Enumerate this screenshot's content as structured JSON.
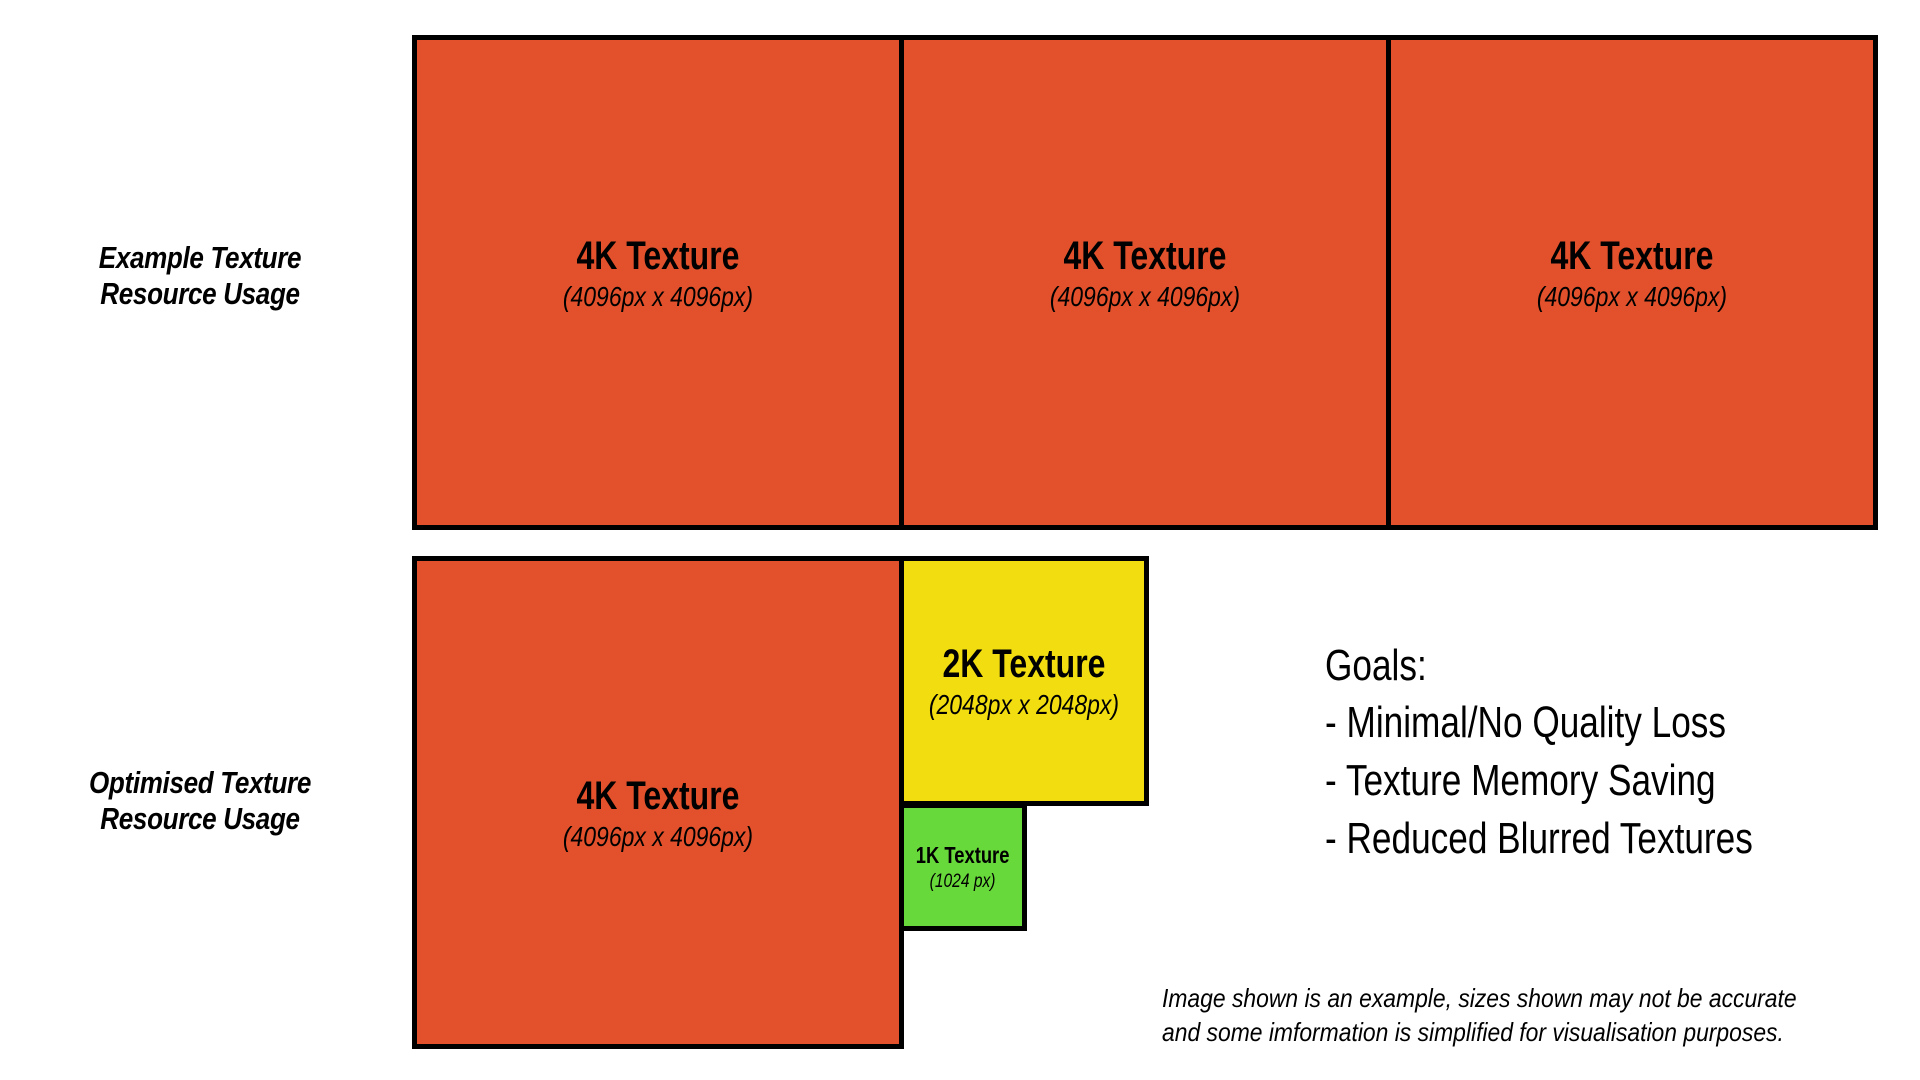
{
  "diagram": {
    "rows": [
      {
        "id": "example",
        "label": "Example Texture\nResource Usage",
        "blocks": [
          {
            "id": "4k-a",
            "title": "4K Texture",
            "sub": "(4096px x 4096px)",
            "color": "#e2512b",
            "swatch": "orange"
          },
          {
            "id": "4k-b",
            "title": "4K Texture",
            "sub": "(4096px x 4096px)",
            "color": "#e2512b",
            "swatch": "orange"
          },
          {
            "id": "4k-c",
            "title": "4K Texture",
            "sub": "(4096px x 4096px)",
            "color": "#e2512b",
            "swatch": "orange"
          }
        ]
      },
      {
        "id": "optimised",
        "label": "Optimised Texture\nResource Usage",
        "blocks": [
          {
            "id": "4k-d",
            "title": "4K Texture",
            "sub": "(4096px x 4096px)",
            "color": "#e2512b",
            "swatch": "orange"
          },
          {
            "id": "2k",
            "title": "2K Texture",
            "sub": "(2048px x 2048px)",
            "color": "#f2de10",
            "swatch": "yellow"
          },
          {
            "id": "1k",
            "title": "1K Texture",
            "sub": "(1024 px)",
            "color": "#68d93b",
            "swatch": "green"
          }
        ]
      }
    ]
  },
  "goals": {
    "heading": "Goals:",
    "items": [
      "- Minimal/No Quality Loss",
      "- Texture Memory Saving",
      "- Reduced Blurred Textures"
    ]
  },
  "footnote": "Image shown is an example, sizes shown may not be accurate\nand some imformation is simplified for visualisation purposes.",
  "colors": {
    "background": "#ffffff",
    "outline": "#000000",
    "orange": "#e2512b",
    "yellow": "#f2de10",
    "green": "#68d93b",
    "text": "#000000"
  }
}
